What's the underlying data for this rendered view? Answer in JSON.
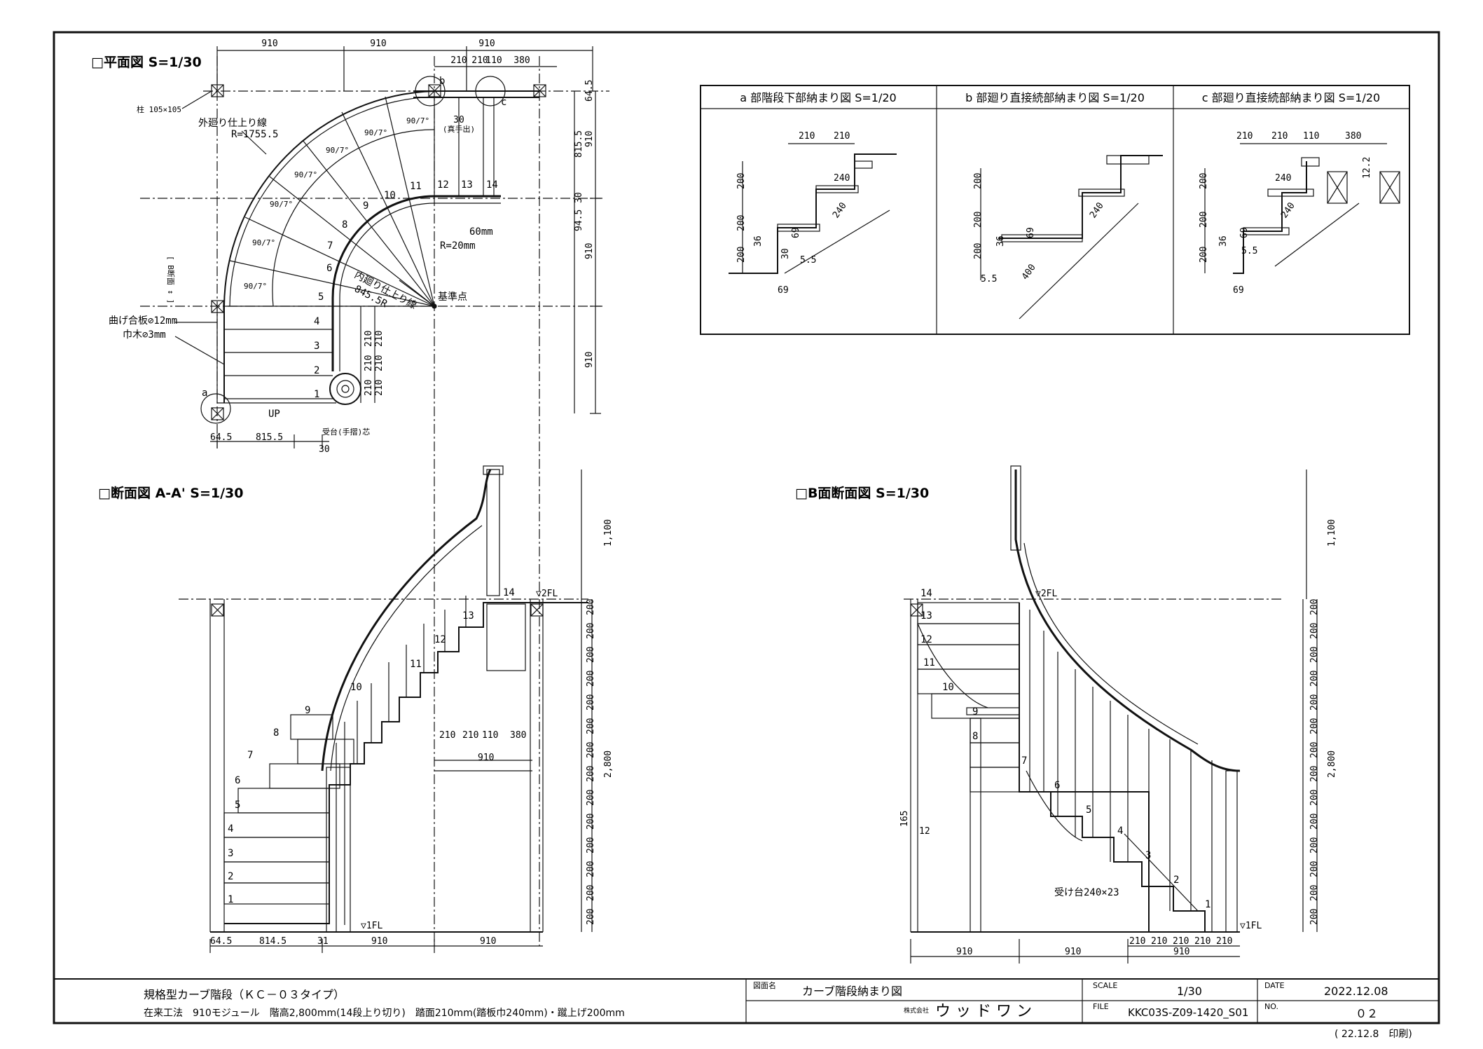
{
  "plan": {
    "title": "□平面図 S=1/30",
    "top_dims": [
      "910",
      "910",
      "910"
    ],
    "top_sub_dims": [
      "30",
      "210",
      "210",
      "110",
      "380"
    ],
    "right_dims": [
      "64.5",
      "815.5",
      "30",
      "94.5",
      "910",
      "910"
    ],
    "bottom_dims": [
      "64.5",
      "815.5",
      "30"
    ],
    "pillar_label": "柱 105×105",
    "outer_line_label": "外廻り仕上り線",
    "outer_radius": "R=1755.5",
    "inner_line_label": "内廻り仕上り線",
    "inner_radius": "845.5R",
    "r20": "R=20mm",
    "w60": "60mm",
    "base_point": "基準点",
    "board_label": "曲げ合板⊘12mm",
    "baseboard_label": "巾木⊘3mm",
    "receiver_label": "受台(手摺)芯",
    "up": "UP",
    "section_marker": "[ B断面 ↕ ]",
    "angle_label": "90/7°",
    "hand_label": "(真手出)",
    "detail_marks": [
      "a",
      "b",
      "c"
    ],
    "steps": [
      "1",
      "2",
      "3",
      "4",
      "5",
      "6",
      "7",
      "8",
      "9",
      "10",
      "11",
      "12",
      "13",
      "14"
    ],
    "step_dims": [
      "210",
      "210",
      "210",
      "210",
      "210",
      "210"
    ]
  },
  "details": {
    "a": {
      "title": "a 部階段下部納まり図 S=1/20",
      "dims": [
        "210",
        "210",
        "240",
        "200",
        "200",
        "200",
        "69",
        "36",
        "240",
        "30",
        "5.5",
        "69"
      ]
    },
    "b": {
      "title": "b 部廻り直接続部納まり図 S=1/20",
      "dims": [
        "200",
        "200",
        "200",
        "36",
        "69",
        "240",
        "5.5",
        "400"
      ]
    },
    "c": {
      "title": "c 部廻り直接続部納まり図 S=1/20",
      "dims": [
        "210",
        "210",
        "110",
        "380",
        "240",
        "200",
        "200",
        "200",
        "36",
        "69",
        "240",
        "5.5",
        "12.2",
        "69"
      ]
    }
  },
  "sectionA": {
    "title": "□断面図 A-A' S=1/30",
    "fl2": "▽2FL",
    "fl1": "▽1FL",
    "top_dim": "1,100",
    "total_height": "2,800",
    "riser": "200",
    "sub_dims": [
      "210",
      "210",
      "110",
      "380"
    ],
    "sub_total": "910",
    "bottom_dims": [
      "64.5",
      "814.5",
      "31",
      "910",
      "910"
    ],
    "steps": [
      "1",
      "2",
      "3",
      "4",
      "5",
      "6",
      "7",
      "8",
      "9",
      "10",
      "11",
      "12",
      "13",
      "14"
    ]
  },
  "sectionB": {
    "title": "□B面断面図 S=1/30",
    "fl2": "▽2FL",
    "fl1": "▽1FL",
    "top_dim": "1,100",
    "total_height": "2,800",
    "riser": "200",
    "left_dims": [
      "165",
      "12"
    ],
    "receiver": "受け台240×23",
    "bottom_dims": [
      "910",
      "910",
      "210",
      "210",
      "210",
      "210",
      "210",
      "910"
    ],
    "steps": [
      "1",
      "2",
      "3",
      "4",
      "5",
      "6",
      "7",
      "8",
      "9",
      "10",
      "11",
      "12",
      "13",
      "14"
    ]
  },
  "title_block": {
    "product": "規格型カーブ階段（ＫＣ－０３タイプ）",
    "spec": "在来工法　910モジュール　階高2,800mm(14段上り切り)　踏面210mm(踏板巾240mm)・蹴上げ200mm",
    "drawing_name_label": "図面名",
    "drawing_name": "カーブ階段納まり図",
    "scale_label": "SCALE",
    "scale": "1/30",
    "date_label": "DATE",
    "date": "2022.12.08",
    "company_prefix": "株式会社",
    "company": "ウ ッ ド ワ ン",
    "file_label": "FILE",
    "file": "KKC03S-Z09-1420_S01",
    "no_label": "NO.",
    "no": "０２",
    "print_note": "( 22.12.8　印刷)"
  },
  "colors": {
    "line": "#111111",
    "paper": "#ffffff"
  }
}
